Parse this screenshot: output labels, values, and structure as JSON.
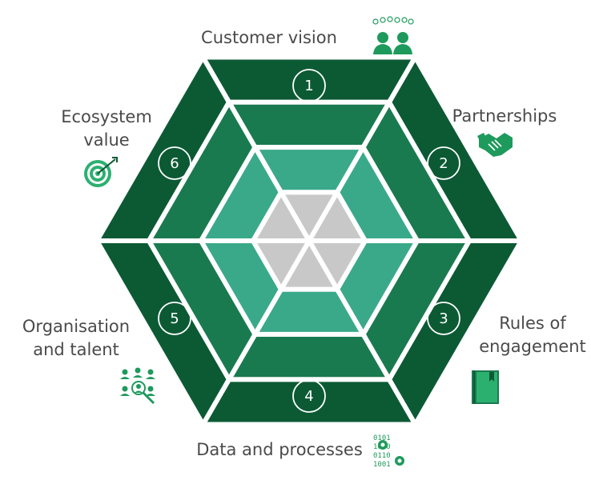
{
  "colors": {
    "outer": "#0c5a34",
    "ring2": "#1a7a4f",
    "ring3": "#3aa98a",
    "core": "#c8c8c8",
    "icon": "#1e9a5c",
    "text": "#4a4a4a"
  },
  "segments": [
    {
      "number": "1",
      "lines": [
        "Customer vision"
      ],
      "icon": "people-group-icon"
    },
    {
      "number": "2",
      "lines": [
        "Partnerships"
      ],
      "icon": "handshake-icon"
    },
    {
      "number": "3",
      "lines": [
        "Rules of",
        "engagement"
      ],
      "icon": "rulebook-icon"
    },
    {
      "number": "4",
      "lines": [
        "Data and processes"
      ],
      "icon": "binary-gears-icon"
    },
    {
      "number": "5",
      "lines": [
        "Organisation",
        "and talent"
      ],
      "icon": "talent-search-icon"
    },
    {
      "number": "6",
      "lines": [
        "Ecosystem",
        "value"
      ],
      "icon": "target-icon"
    }
  ]
}
